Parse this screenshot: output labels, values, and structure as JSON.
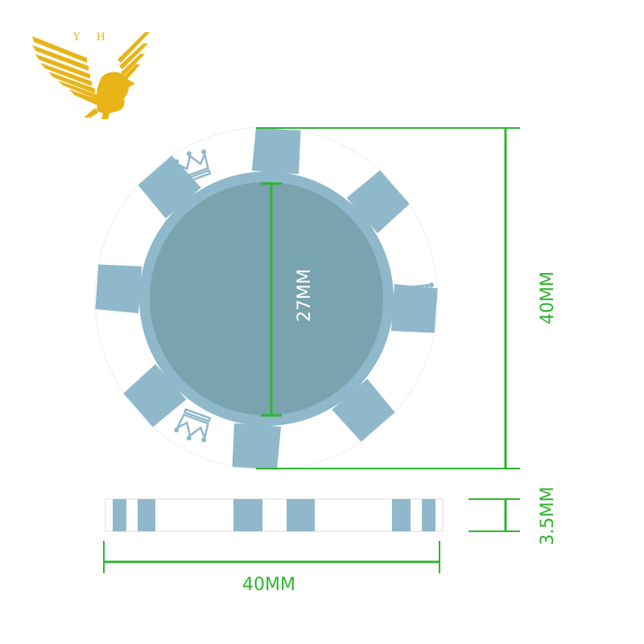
{
  "logo": {
    "letters": "Y H",
    "color": "#e8b418"
  },
  "chip": {
    "face_color": "#ffffff",
    "accent_color": "#8fb8ca",
    "center_color": "#78a3af",
    "inner_ring_color": "#8fb8ca",
    "emblem": "crown-icon"
  },
  "dimensions": {
    "color": "#2fb52f",
    "inner_diameter_label": "27MM",
    "inner_label_color": "#ffffff",
    "diameter_label": "40MM",
    "thickness_label": "3.5MM",
    "width_label": "40MM"
  }
}
